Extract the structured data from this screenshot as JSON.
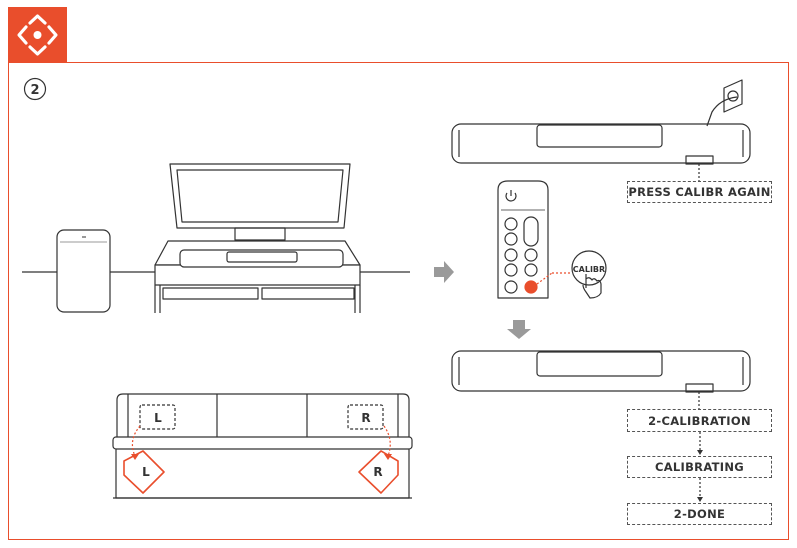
{
  "step": {
    "number": "2"
  },
  "callout": {
    "text": "PRESS CALIBR AGAIN"
  },
  "remote": {
    "button_label": "CALIBR"
  },
  "seating": {
    "left_label": "L",
    "right_label": "R"
  },
  "status_flow": [
    {
      "text": "2-CALIBRATION"
    },
    {
      "text": "CALIBRATING"
    },
    {
      "text": "2-DONE"
    }
  ],
  "colors": {
    "accent": "#e94e2c",
    "line": "#333333"
  },
  "icons": {
    "badge": "surround-arrows-icon",
    "hand": "finger-press-icon",
    "arrow": "right-arrow-icon"
  }
}
